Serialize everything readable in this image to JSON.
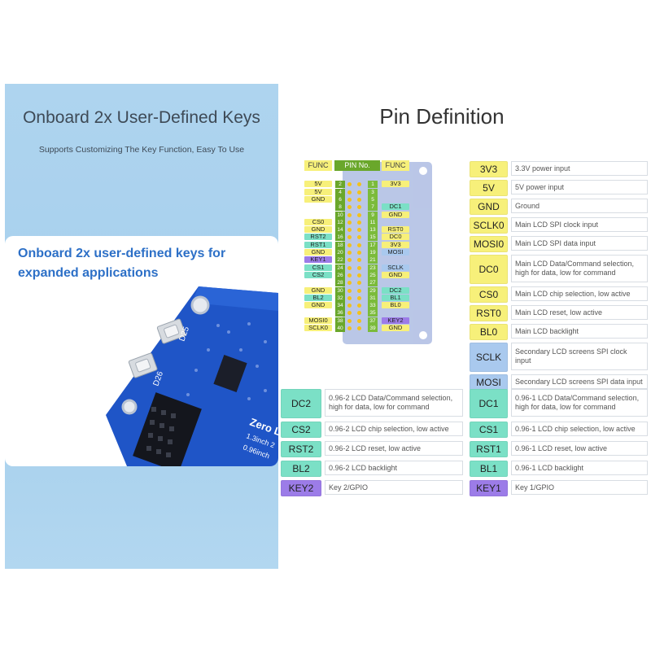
{
  "left": {
    "title": "Onboard 2x User-Defined Keys",
    "subtitle": "Supports Customizing The Key Function, Easy To Use",
    "card_heading": "Onboard 2x user-defined keys for expanded applications",
    "board_key_label_1": "D25",
    "board_key_label_2": "D26",
    "board_text_1": "Zero L",
    "board_text_2": "1.3inch 2",
    "board_text_3": "0.96inch"
  },
  "pinout": {
    "title": "Pin Definition",
    "header": {
      "func_left": "FUNC",
      "pin_no": "PIN No.",
      "func_right": "FUNC"
    },
    "rows": [
      {
        "l_label": "",
        "l_color": "",
        "l_num": "",
        "r_num": "",
        "r_label": "",
        "r_color": ""
      },
      {
        "l_label": "5V",
        "l_color": "#f7f07a",
        "l_num": "2",
        "r_num": "1",
        "r_label": "3V3",
        "r_color": "#f7f07a"
      },
      {
        "l_label": "5V",
        "l_color": "#f7f07a",
        "l_num": "4",
        "r_num": "3",
        "r_label": "",
        "r_color": ""
      },
      {
        "l_label": "GND",
        "l_color": "#f7f07a",
        "l_num": "6",
        "r_num": "5",
        "r_label": "",
        "r_color": ""
      },
      {
        "l_label": "",
        "l_color": "",
        "l_num": "8",
        "r_num": "7",
        "r_label": "DC1",
        "r_color": "#7be0c6"
      },
      {
        "l_label": "",
        "l_color": "",
        "l_num": "10",
        "r_num": "9",
        "r_label": "GND",
        "r_color": "#f7f07a"
      },
      {
        "l_label": "CS0",
        "l_color": "#f7f07a",
        "l_num": "12",
        "r_num": "11",
        "r_label": "",
        "r_color": ""
      },
      {
        "l_label": "GND",
        "l_color": "#f7f07a",
        "l_num": "14",
        "r_num": "13",
        "r_label": "RST0",
        "r_color": "#f7f07a"
      },
      {
        "l_label": "RST2",
        "l_color": "#7be0c6",
        "l_num": "16",
        "r_num": "15",
        "r_label": "DC0",
        "r_color": "#f7f07a"
      },
      {
        "l_label": "RST1",
        "l_color": "#7be0c6",
        "l_num": "18",
        "r_num": "17",
        "r_label": "3V3",
        "r_color": "#f7f07a"
      },
      {
        "l_label": "GND",
        "l_color": "#f7f07a",
        "l_num": "20",
        "r_num": "19",
        "r_label": "MOSI",
        "r_color": "#a9c9ee"
      },
      {
        "l_label": "KEY1",
        "l_color": "#9c7ce8",
        "l_num": "22",
        "r_num": "21",
        "r_label": "",
        "r_color": ""
      },
      {
        "l_label": "CS1",
        "l_color": "#7be0c6",
        "l_num": "24",
        "r_num": "23",
        "r_label": "SCLK",
        "r_color": "#a9c9ee"
      },
      {
        "l_label": "CS2",
        "l_color": "#7be0c6",
        "l_num": "26",
        "r_num": "25",
        "r_label": "GND",
        "r_color": "#f7f07a"
      },
      {
        "l_label": "",
        "l_color": "",
        "l_num": "28",
        "r_num": "27",
        "r_label": "",
        "r_color": ""
      },
      {
        "l_label": "GND",
        "l_color": "#f7f07a",
        "l_num": "30",
        "r_num": "29",
        "r_label": "DC2",
        "r_color": "#7be0c6"
      },
      {
        "l_label": "BL2",
        "l_color": "#7be0c6",
        "l_num": "32",
        "r_num": "31",
        "r_label": "BL1",
        "r_color": "#7be0c6"
      },
      {
        "l_label": "GND",
        "l_color": "#f7f07a",
        "l_num": "34",
        "r_num": "33",
        "r_label": "BL0",
        "r_color": "#f7f07a"
      },
      {
        "l_label": "",
        "l_color": "",
        "l_num": "36",
        "r_num": "35",
        "r_label": "",
        "r_color": ""
      },
      {
        "l_label": "MOSI0",
        "l_color": "#f7f07a",
        "l_num": "38",
        "r_num": "37",
        "r_label": "KEY2",
        "r_color": "#9c7ce8"
      },
      {
        "l_label": "SCLK0",
        "l_color": "#f7f07a",
        "l_num": "40",
        "r_num": "39",
        "r_label": "GND",
        "r_color": "#f7f07a"
      }
    ]
  },
  "definitions_right": [
    {
      "tag": "3V3",
      "color": "#f7f07a",
      "desc": "3.3V power input"
    },
    {
      "tag": "5V",
      "color": "#f7f07a",
      "desc": "5V power input"
    },
    {
      "tag": "GND",
      "color": "#f7f07a",
      "desc": "Ground"
    },
    {
      "tag": "SCLK0",
      "color": "#f7f07a",
      "desc": "Main LCD SPI clock input"
    },
    {
      "tag": "MOSI0",
      "color": "#f7f07a",
      "desc": "Main LCD SPI data input"
    },
    {
      "tag": "DC0",
      "color": "#f7f07a",
      "desc": "Main LCD Data/Command selection, high for data, low for command"
    },
    {
      "tag": "CS0",
      "color": "#f7f07a",
      "desc": "Main LCD chip selection, low active"
    },
    {
      "tag": "RST0",
      "color": "#f7f07a",
      "desc": "Main LCD reset, low active"
    },
    {
      "tag": "BL0",
      "color": "#f7f07a",
      "desc": "Main LCD backlight"
    },
    {
      "tag": "SCLK",
      "color": "#a9c9ee",
      "desc": "Secondary LCD screens SPI clock input"
    },
    {
      "tag": "MOSI",
      "color": "#a9c9ee",
      "desc": "Secondary LCD screens SPI data input"
    }
  ],
  "definitions_bottom_left": [
    {
      "tag": "DC2",
      "color": "#7be0c6",
      "desc": "0.96-2 LCD Data/Command selection, high for data, low for command"
    },
    {
      "tag": "CS2",
      "color": "#7be0c6",
      "desc": "0.96-2 LCD chip selection, low active"
    },
    {
      "tag": "RST2",
      "color": "#7be0c6",
      "desc": "0.96-2 LCD reset, low active"
    },
    {
      "tag": "BL2",
      "color": "#7be0c6",
      "desc": "0.96-2 LCD backlight"
    },
    {
      "tag": "KEY2",
      "color": "#9c7ce8",
      "desc": "Key 2/GPIO"
    }
  ],
  "definitions_bottom_right": [
    {
      "tag": "DC1",
      "color": "#7be0c6",
      "desc": "0.96-1 LCD Data/Command selection, high for data, low for command"
    },
    {
      "tag": "CS1",
      "color": "#7be0c6",
      "desc": "0.96-1 LCD chip selection, low active"
    },
    {
      "tag": "RST1",
      "color": "#7be0c6",
      "desc": "0.96-1 LCD reset, low active"
    },
    {
      "tag": "BL1",
      "color": "#7be0c6",
      "desc": "0.96-1 LCD backlight"
    },
    {
      "tag": "KEY1",
      "color": "#9c7ce8",
      "desc": "Key 1/GPIO"
    }
  ]
}
